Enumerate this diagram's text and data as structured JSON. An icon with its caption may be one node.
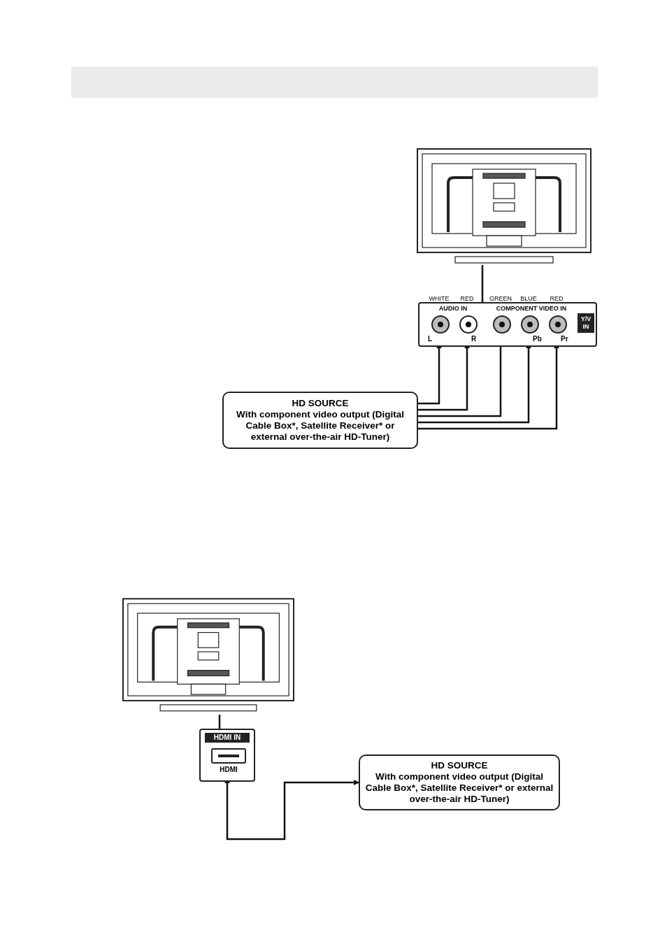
{
  "diagram": {
    "nodes": [
      {
        "text": [],
        "shape": "picture"
      },
      {
        "text": [
          "AUDIO IN",
          "COMPONENT VIDEO IN",
          "Y/V IN"
        ]
      },
      {
        "text": [
          "L"
        ],
        "beside": [
          "WHITE"
        ],
        "in": 1
      },
      {
        "text": [
          "R"
        ],
        "beside": [
          "RED"
        ],
        "in": 1
      },
      {
        "text": [],
        "shape": "circle",
        "beside": [
          "GREEN"
        ],
        "in": 1
      },
      {
        "text": [
          "Pb"
        ],
        "beside": [
          "BLUE"
        ],
        "in": 1
      },
      {
        "text": [
          "Pr"
        ],
        "beside": [
          "RED"
        ],
        "in": 1
      },
      {
        "text": [
          "HD SOURCE",
          "With component video output (Digital Cable Box*, Satellite Receiver* or external over-the-air HD-Tuner)"
        ]
      },
      {
        "text": [],
        "shape": "picture"
      },
      {
        "text": [
          "HDMI IN"
        ]
      },
      {
        "text": [
          "HDMI"
        ],
        "in": 9
      },
      {
        "text": [
          "HD SOURCE",
          "With component video output (Digital Cable Box*, Satellite Receiver* or external over-the-air HD-Tuner)"
        ]
      }
    ],
    "edges": [
      {
        "from": 1,
        "to": 0,
        "arrow": "none"
      },
      {
        "from": 7,
        "to": 2,
        "arrow": "to"
      },
      {
        "from": 7,
        "to": 3,
        "arrow": "to"
      },
      {
        "from": 7,
        "to": 4,
        "arrow": "to"
      },
      {
        "from": 7,
        "to": 5,
        "arrow": "to"
      },
      {
        "from": 7,
        "to": 6,
        "arrow": "to"
      },
      {
        "from": 9,
        "to": 8,
        "arrow": "none"
      },
      {
        "from": 11,
        "to": 10,
        "arrow": "both"
      }
    ]
  }
}
